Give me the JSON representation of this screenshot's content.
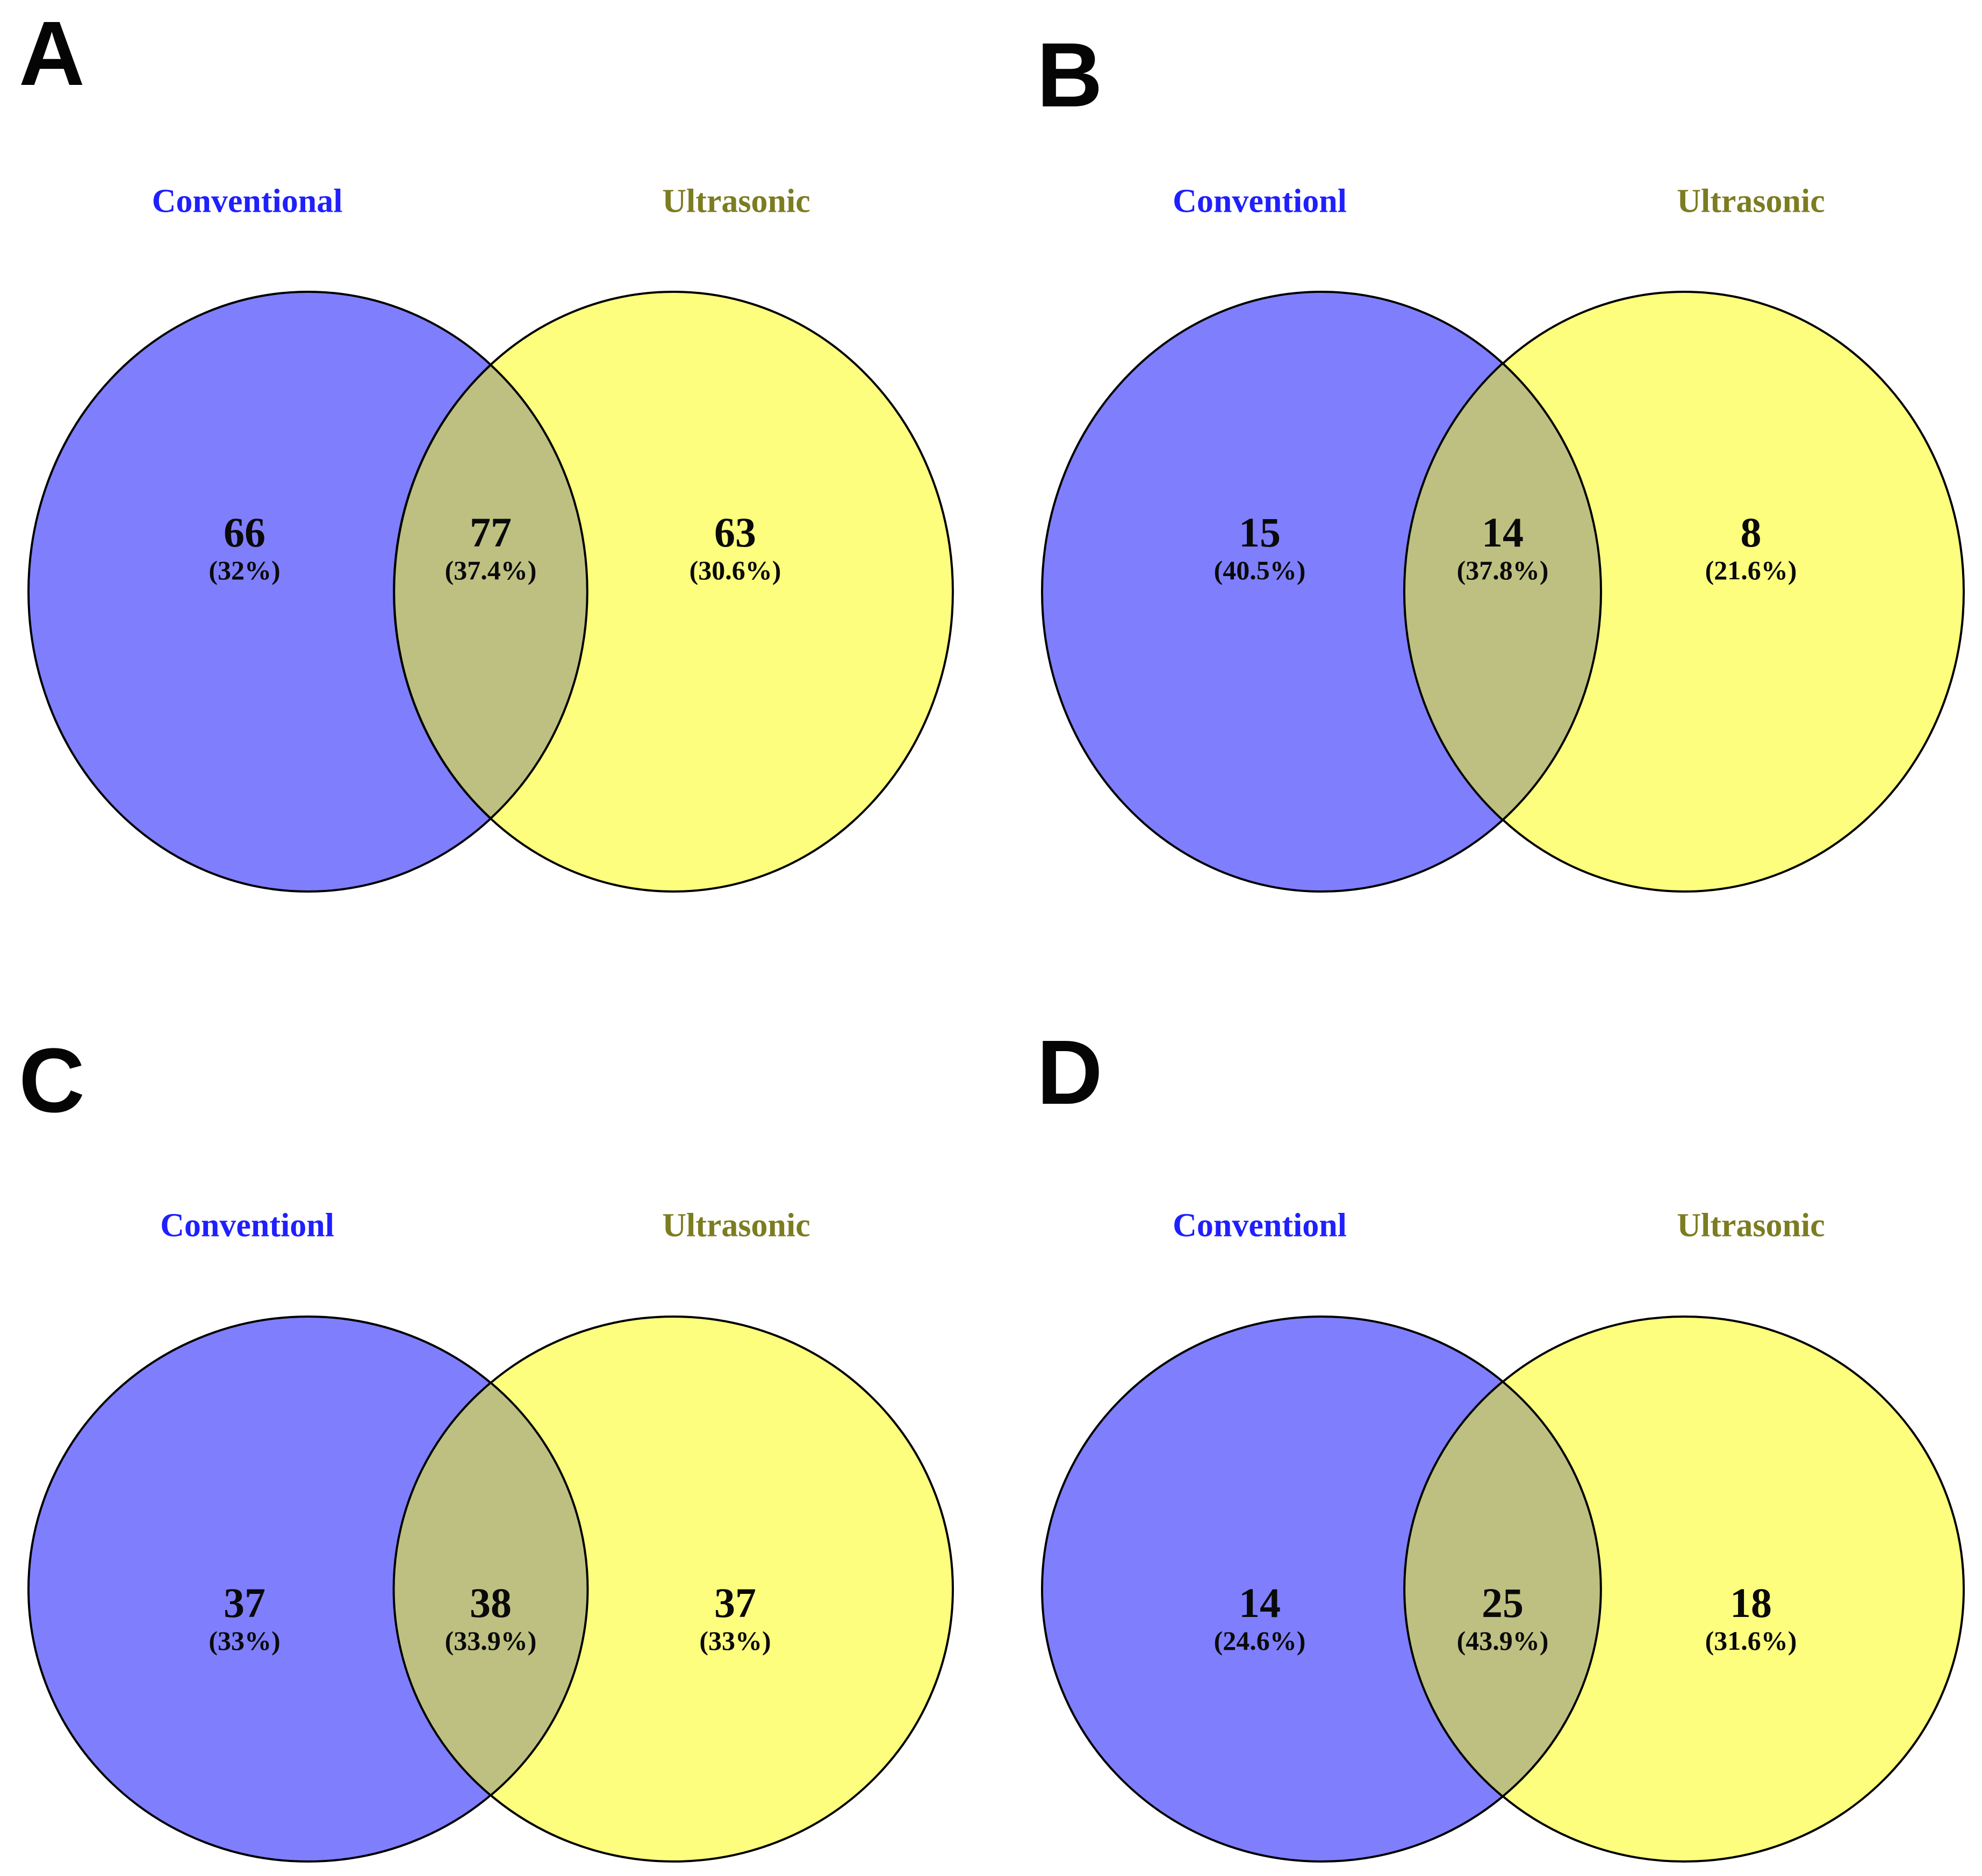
{
  "figure": {
    "colors": {
      "left_circle_fill": "#7f7ffd",
      "right_circle_fill": "#fdfe7e",
      "overlap_fill": "#bdc081",
      "left_label_color": "#1f1fff",
      "right_label_color": "#7c7c21",
      "outline": "#000000"
    },
    "panels": [
      {
        "letter": "A",
        "left_label": "Conventional",
        "right_label": "Ultrasonic",
        "regions": {
          "left": {
            "count": "66",
            "percent": "(32%)"
          },
          "middle": {
            "count": "77",
            "percent": "(37.4%)"
          },
          "right": {
            "count": "63",
            "percent": "(30.6%)"
          }
        }
      },
      {
        "letter": "B",
        "left_label": "Conventionl",
        "right_label": "Ultrasonic",
        "regions": {
          "left": {
            "count": "15",
            "percent": "(40.5%)"
          },
          "middle": {
            "count": "14",
            "percent": "(37.8%)"
          },
          "right": {
            "count": "8",
            "percent": "(21.6%)"
          }
        }
      },
      {
        "letter": "C",
        "left_label": "Conventionl",
        "right_label": "Ultrasonic",
        "regions": {
          "left": {
            "count": "37",
            "percent": "(33%)"
          },
          "middle": {
            "count": "38",
            "percent": "(33.9%)"
          },
          "right": {
            "count": "37",
            "percent": "(33%)"
          }
        }
      },
      {
        "letter": "D",
        "left_label": "Conventionl",
        "right_label": "Ultrasonic",
        "regions": {
          "left": {
            "count": "14",
            "percent": "(24.6%)"
          },
          "middle": {
            "count": "25",
            "percent": "(43.9%)"
          },
          "right": {
            "count": "18",
            "percent": "(31.6%)"
          }
        }
      }
    ]
  },
  "chart_data": [
    {
      "type": "venn",
      "panel": "A",
      "sets": [
        "Conventional",
        "Ultrasonic"
      ],
      "left_only": 66,
      "overlap": 77,
      "right_only": 63,
      "left_only_pct": "32%",
      "overlap_pct": "37.4%",
      "right_only_pct": "30.6%"
    },
    {
      "type": "venn",
      "panel": "B",
      "sets": [
        "Conventionl",
        "Ultrasonic"
      ],
      "left_only": 15,
      "overlap": 14,
      "right_only": 8,
      "left_only_pct": "40.5%",
      "overlap_pct": "37.8%",
      "right_only_pct": "21.6%"
    },
    {
      "type": "venn",
      "panel": "C",
      "sets": [
        "Conventionl",
        "Ultrasonic"
      ],
      "left_only": 37,
      "overlap": 38,
      "right_only": 37,
      "left_only_pct": "33%",
      "overlap_pct": "33.9%",
      "right_only_pct": "33%"
    },
    {
      "type": "venn",
      "panel": "D",
      "sets": [
        "Conventionl",
        "Ultrasonic"
      ],
      "left_only": 14,
      "overlap": 25,
      "right_only": 18,
      "left_only_pct": "24.6%",
      "overlap_pct": "43.9%",
      "right_only_pct": "31.6%"
    }
  ]
}
